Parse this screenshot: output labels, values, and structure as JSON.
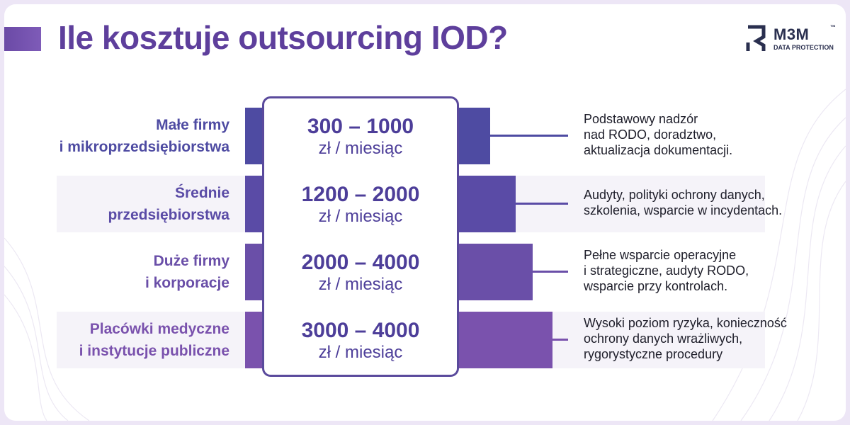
{
  "title": "Ile kosztuje outsourcing IOD?",
  "logo": {
    "name": "M3M",
    "tm": "™",
    "subtitle": "DATA PROTECTION"
  },
  "colors": {
    "title": "#5e3f9c",
    "row1": "#4e4ba2",
    "row2": "#5a4ba6",
    "row3": "#6a4fa8",
    "row4": "#7a52ad",
    "price_text": "#4d3e99",
    "center_border": "#5a4a9c"
  },
  "rows": [
    {
      "segment": [
        "Małe firmy",
        "i mikroprzedsiębiorstwa"
      ],
      "price_range": "300 – 1000",
      "price_unit": "zł / miesiąc",
      "description": [
        "Podstawowy nadzór",
        "nad RODO, doradztwo,",
        "aktualizacja dokumentacji."
      ]
    },
    {
      "segment": [
        "Średnie",
        "przedsiębiorstwa"
      ],
      "price_range": "1200 – 2000",
      "price_unit": "zł / miesiąc",
      "description": [
        "Audyty, polityki ochrony danych,",
        "szkolenia, wsparcie w incydentach."
      ]
    },
    {
      "segment": [
        "Duże firmy",
        "i korporacje"
      ],
      "price_range": "2000 – 4000",
      "price_unit": "zł / miesiąc",
      "description": [
        "Pełne wsparcie operacyjne",
        "i strategiczne, audyty RODO,",
        "wsparcie przy kontrolach."
      ]
    },
    {
      "segment": [
        "Placówki medyczne",
        "i instytucje publiczne"
      ],
      "price_range": "3000 – 4000",
      "price_unit": "zł / miesiąc",
      "description": [
        "Wysoki poziom ryzyka, konieczność",
        "ochrony danych wrażliwych,",
        "rygorystyczne procedury"
      ]
    }
  ]
}
